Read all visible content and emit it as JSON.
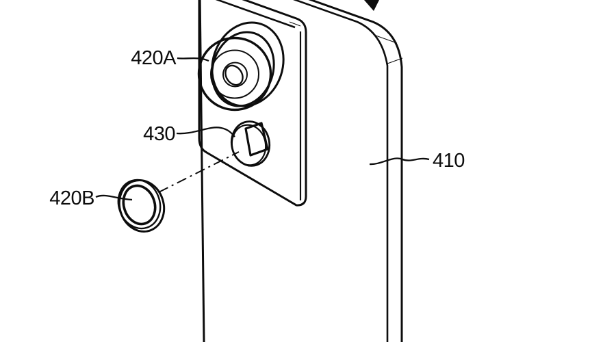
{
  "figure": {
    "type": "patent-line-drawing",
    "background_color": "#ffffff",
    "ink_color": "#0d0d0d",
    "parts": [
      "device-body",
      "camera-plate",
      "camera-lens",
      "flash-window",
      "detachable-lens",
      "direction-arrow",
      "optical-axis-line"
    ],
    "labels": [
      {
        "part": "camera-lens",
        "text": "420A"
      },
      {
        "part": "flash-window",
        "text": "430"
      },
      {
        "part": "detachable-lens",
        "text": "420B"
      },
      {
        "part": "device-body",
        "text": "410"
      }
    ]
  }
}
